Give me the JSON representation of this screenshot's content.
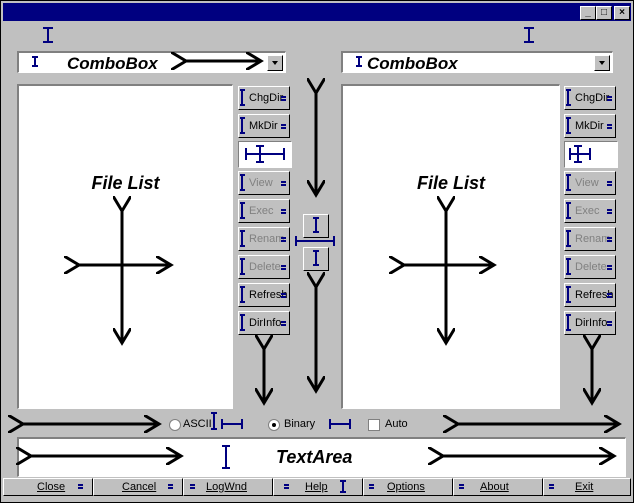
{
  "window": {
    "caption_buttons": [
      {
        "name": "minimize",
        "glyph": "_"
      },
      {
        "name": "maximize",
        "glyph": "□"
      },
      {
        "name": "close",
        "glyph": "×"
      }
    ]
  },
  "left_panel": {
    "combo_label": "ComboBox",
    "file_list_label": "File List",
    "buttons": [
      {
        "label": "ChgDir",
        "enabled": true
      },
      {
        "label": "MkDir",
        "enabled": true
      },
      {
        "label": "",
        "enabled": true,
        "field": true
      },
      {
        "label": "View",
        "enabled": false
      },
      {
        "label": "Exec",
        "enabled": false
      },
      {
        "label": "Renam",
        "enabled": false
      },
      {
        "label": "Delete",
        "enabled": false
      },
      {
        "label": "Refresh",
        "enabled": true
      },
      {
        "label": "DirInfo",
        "enabled": true
      }
    ]
  },
  "right_panel": {
    "combo_label": "ComboBox",
    "file_list_label": "File List",
    "buttons": [
      {
        "label": "ChgDir",
        "enabled": true
      },
      {
        "label": "MkDir",
        "enabled": true
      },
      {
        "label": "",
        "enabled": true,
        "field": true
      },
      {
        "label": "View",
        "enabled": false
      },
      {
        "label": "Exec",
        "enabled": false
      },
      {
        "label": "Renam",
        "enabled": false
      },
      {
        "label": "Delete",
        "enabled": false
      },
      {
        "label": "Refresh",
        "enabled": true
      },
      {
        "label": "DirInfo",
        "enabled": true
      }
    ]
  },
  "transfer_mode": {
    "ascii_label": "ASCII",
    "binary_label": "Binary",
    "auto_label": "Auto",
    "selected": "Binary",
    "auto_checked": false
  },
  "text_area": {
    "label": "TextArea"
  },
  "bottom_buttons": [
    {
      "label": "Close"
    },
    {
      "label": "Cancel"
    },
    {
      "label": "LogWnd"
    },
    {
      "label": "Help"
    },
    {
      "label": "Options"
    },
    {
      "label": "About"
    },
    {
      "label": "Exit"
    }
  ],
  "colors": {
    "titlebar": "#000080",
    "face": "#c0c0c0",
    "accent": "#000080"
  }
}
